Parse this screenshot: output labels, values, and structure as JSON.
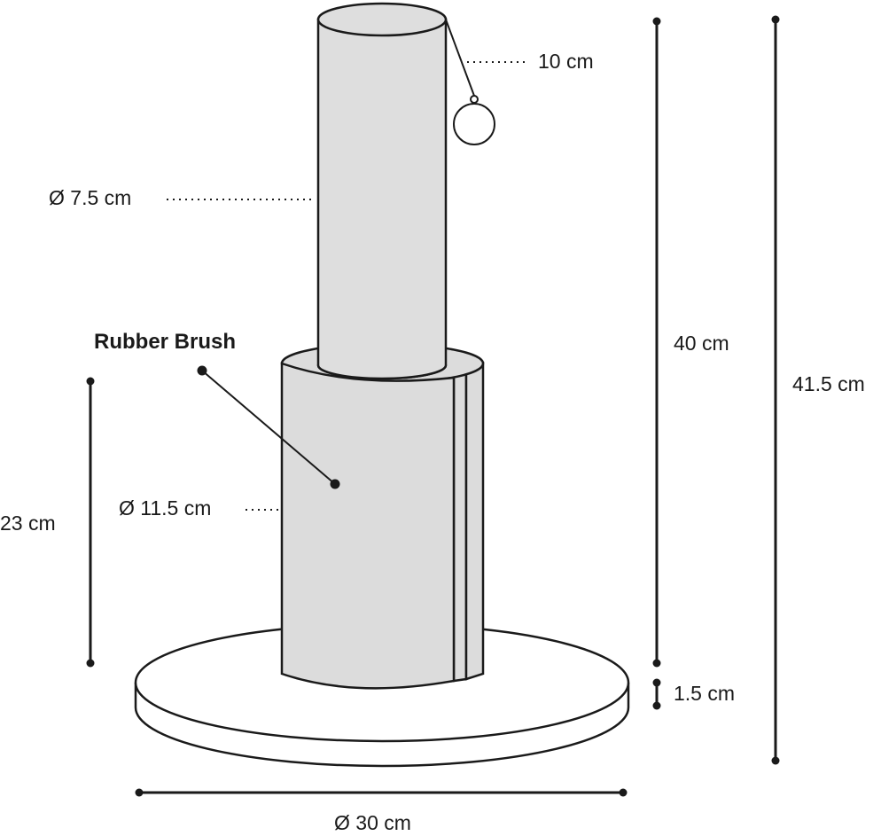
{
  "labels": {
    "ball_string": "10 cm",
    "post_diameter": "Ø 7.5 cm",
    "rubber_brush": "Rubber Brush",
    "total_height": "40 cm",
    "overall_height": "41.5 cm",
    "brush_height": "23 cm",
    "brush_diameter": "Ø 11.5 cm",
    "base_thickness": "1.5 cm",
    "base_diameter": "Ø 30 cm"
  },
  "colors": {
    "outline": "#1a1a1a",
    "post_fill": "#dedede",
    "brush_fill": "#dcdcdc",
    "base_fill": "#ffffff"
  }
}
